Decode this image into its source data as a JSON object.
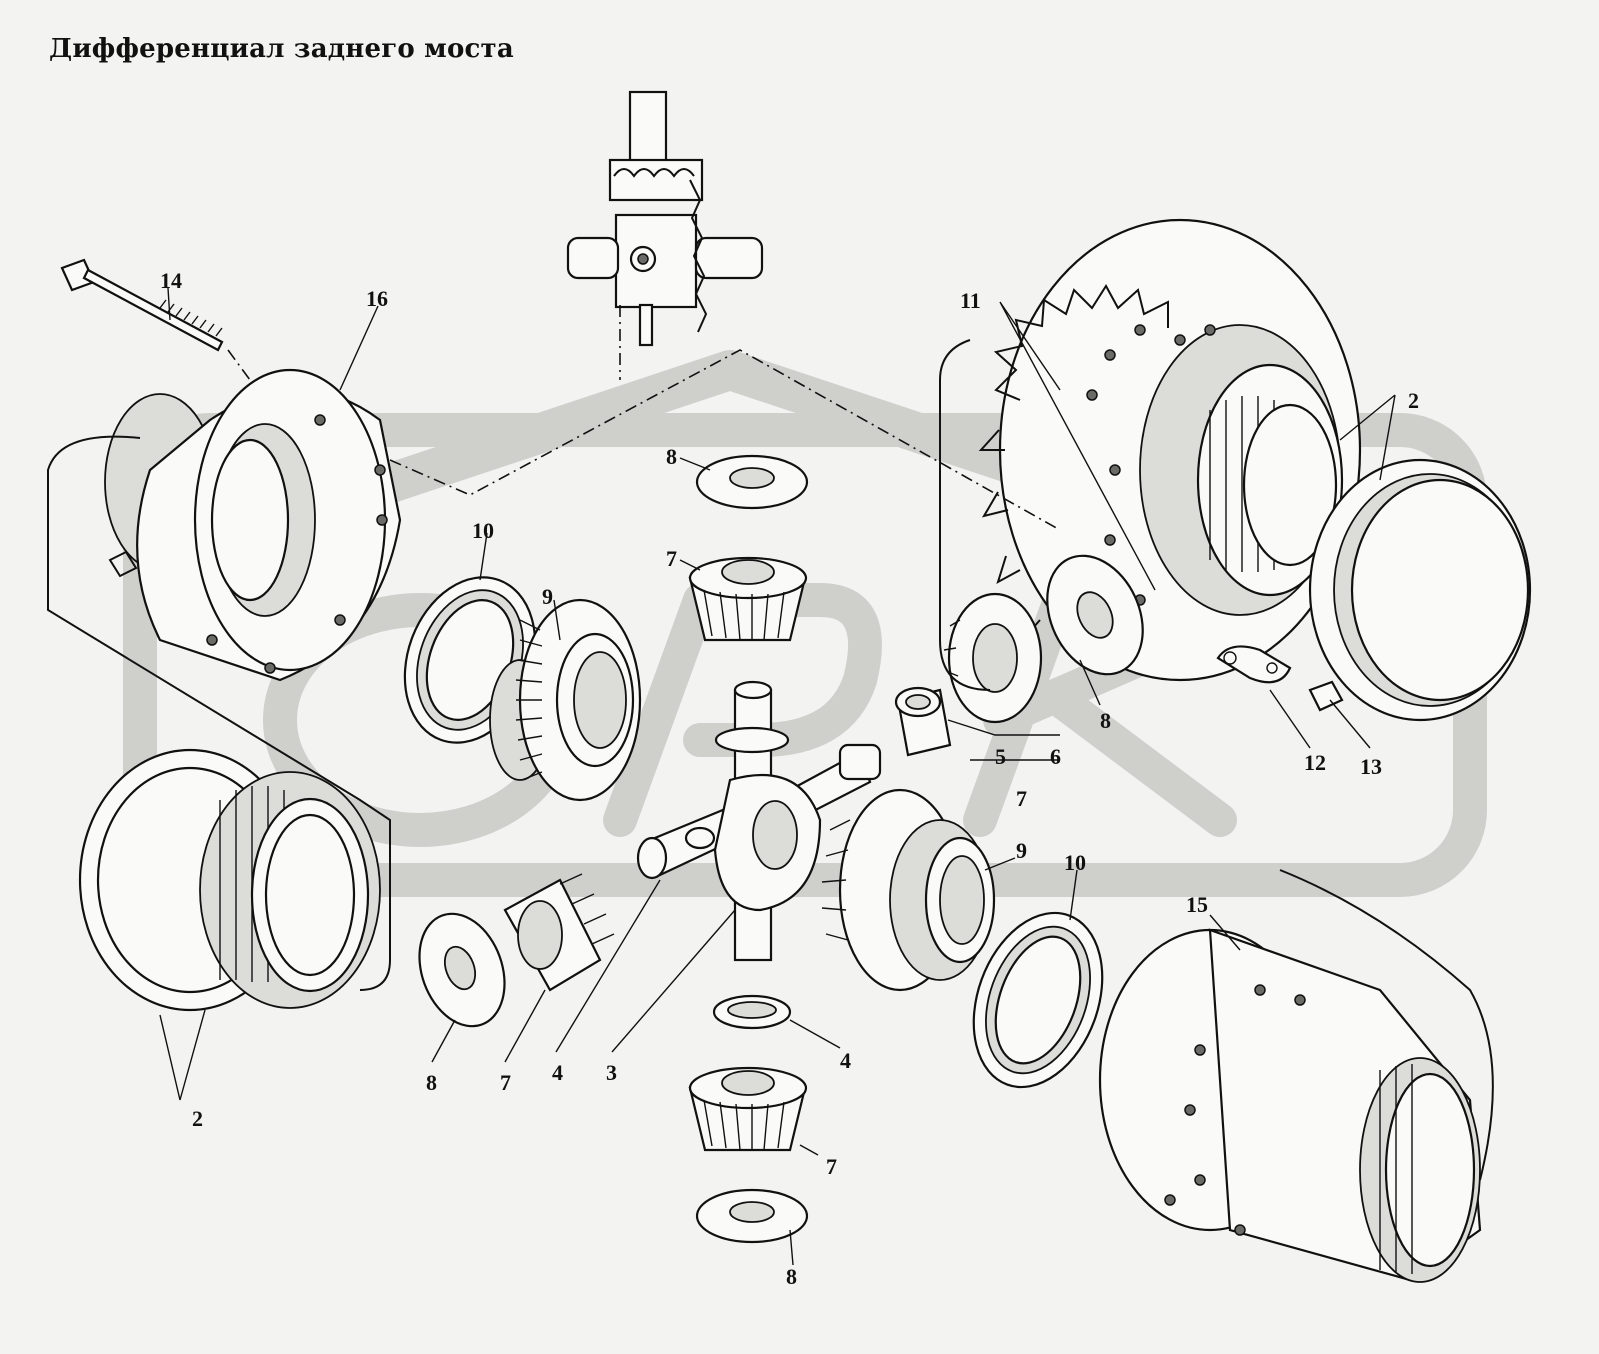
{
  "title": "Дифференциал заднего моста",
  "labels": {
    "l14": "14",
    "l16": "16",
    "l11": "11",
    "l2a": "2",
    "l8a": "8",
    "l10a": "10",
    "l7a": "7",
    "l9a": "9",
    "l8b": "8",
    "l5": "5",
    "l6": "6",
    "l7b": "7",
    "l12": "12",
    "l13": "13",
    "l9b": "9",
    "l10b": "10",
    "l15": "15",
    "l8c": "8",
    "l7c": "7",
    "l4a": "4",
    "l3": "3",
    "l4b": "4",
    "l7d": "7",
    "l8d": "8",
    "l2b": "2"
  }
}
